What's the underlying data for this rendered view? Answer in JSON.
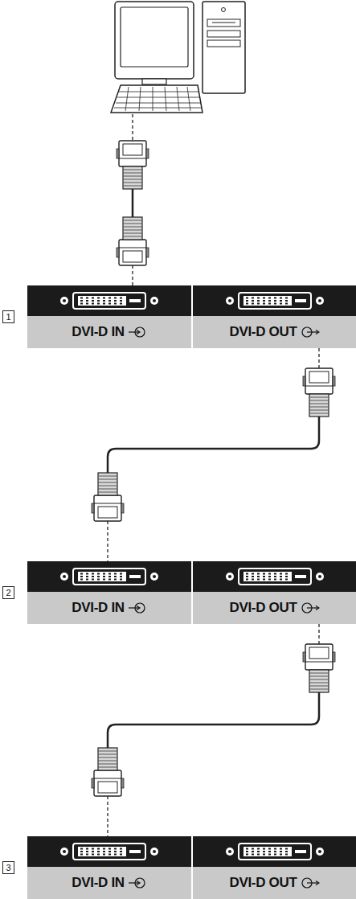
{
  "diagram": {
    "nodes": [
      {
        "text": [
          "DVI-D IN"
        ]
      },
      {
        "text": [
          "DVI-D OUT"
        ]
      },
      {
        "text": [
          "DVI-D IN"
        ]
      },
      {
        "text": [
          "DVI-D OUT"
        ]
      },
      {
        "text": [
          "DVI-D IN"
        ]
      },
      {
        "text": [
          "DVI-D OUT"
        ]
      }
    ],
    "edges": [
      {
        "from": 1,
        "to": 2,
        "arrow": "none"
      },
      {
        "from": 3,
        "to": 4,
        "arrow": "none"
      }
    ],
    "labels": [
      "1",
      "2",
      "3"
    ]
  }
}
